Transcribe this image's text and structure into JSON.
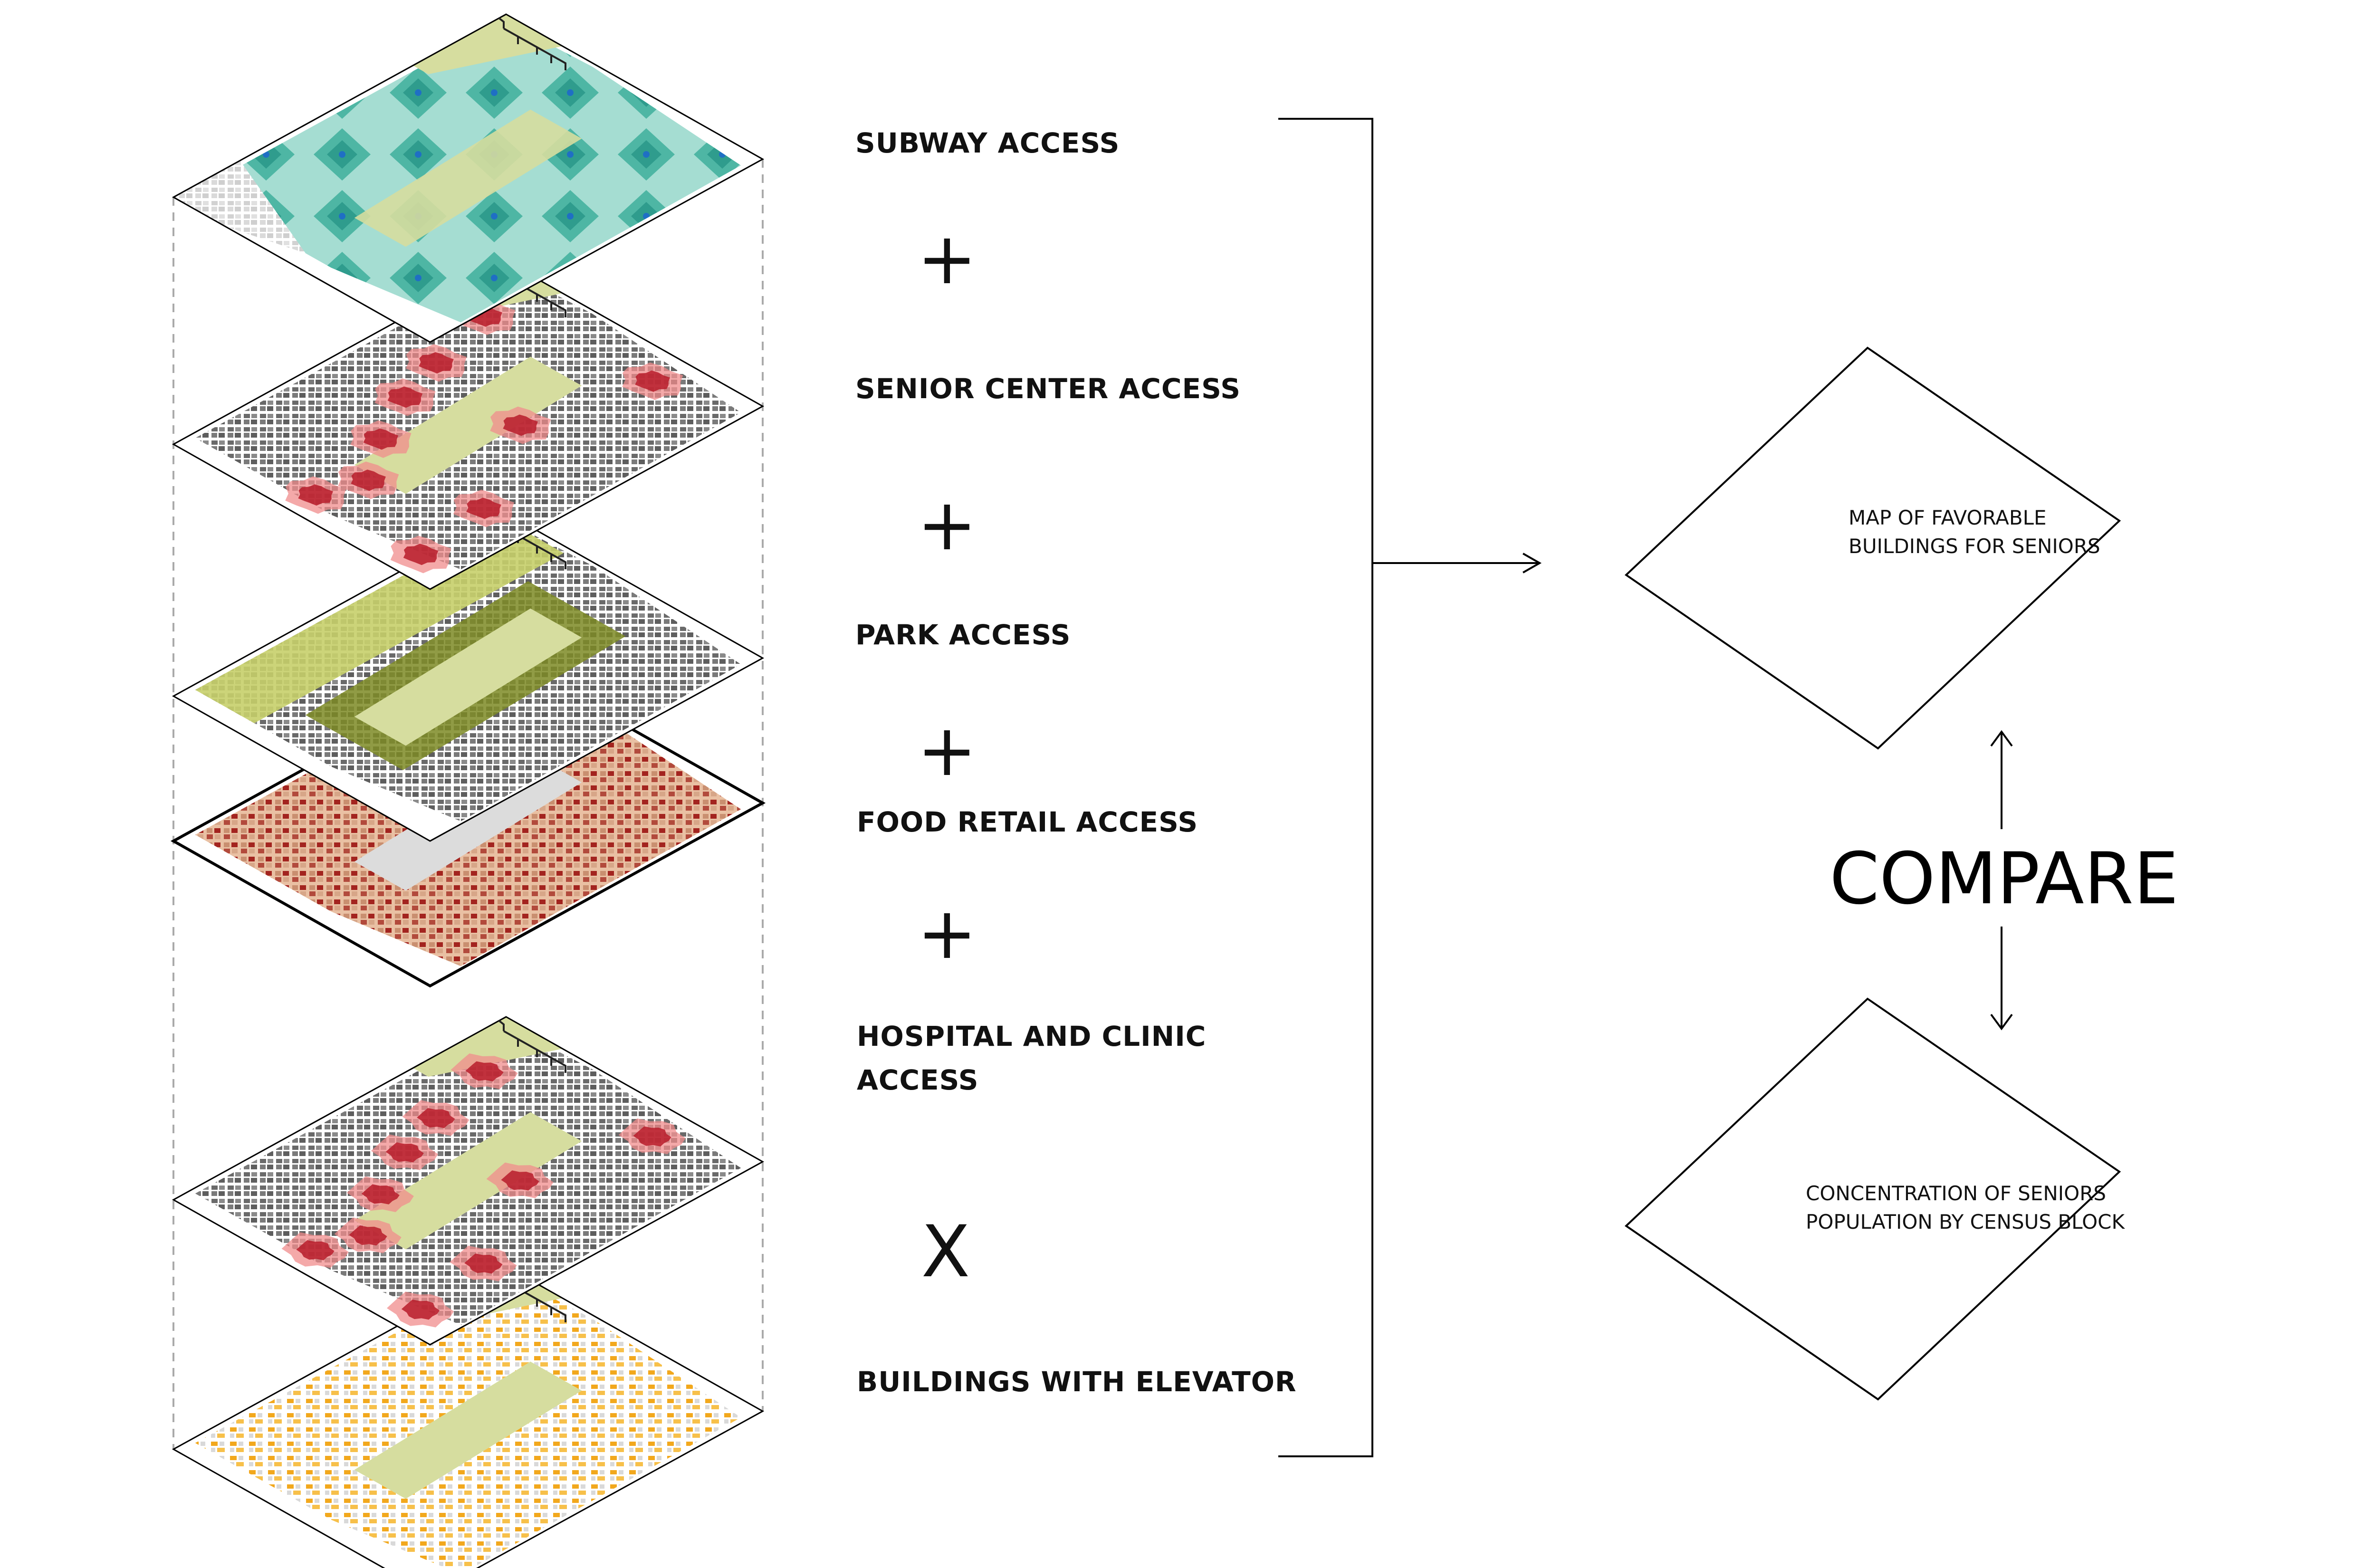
{
  "layers": [
    {
      "label": "SUBWAY ACCESS",
      "theme": "subway-coverage",
      "colors": {
        "base": "#63c3ad",
        "accent": "#1f8ccf",
        "park": "#d6dd9f"
      }
    },
    {
      "label": "SENIOR CENTER ACCESS",
      "theme": "senior-center-heat",
      "colors": {
        "base": "#f08c8c",
        "accent": "#b71c2a",
        "park": "#d6dd9f"
      }
    },
    {
      "label": "PARK ACCESS",
      "theme": "park-buffer",
      "colors": {
        "base": "#c7cf6a",
        "accent": "#7c8a24",
        "park": "#d6dd9f"
      }
    },
    {
      "label": "FOOD RETAIL ACCESS",
      "theme": "food-retail-points",
      "colors": {
        "base": "#e7b898",
        "accent": "#a3241f",
        "park": "#dcdcdc"
      }
    },
    {
      "label": "HOSPITAL AND CLINIC ACCESS",
      "theme": "hospital-heat",
      "colors": {
        "base": "#f08c8c",
        "accent": "#b71c2a",
        "park": "#d6dd9f"
      }
    },
    {
      "label": "BUILDINGS WITH ELEVATOR",
      "theme": "elevator-buildings",
      "colors": {
        "base": "#f2f2f2",
        "accent": "#f2a81d",
        "park": "#d6dd9f"
      }
    }
  ],
  "operators": [
    "+",
    "+",
    "+",
    "+",
    "X"
  ],
  "compare_label": "COMPARE",
  "result_top": {
    "line1": "MAP OF FAVORABLE",
    "line2": "BUILDINGS FOR SENIORS"
  },
  "result_bottom": {
    "line1": "CONCENTRATION OF SENIORS",
    "line2": "POPULATION BY CENSUS BLOCK"
  },
  "colors": {
    "line": "#000000",
    "dash": "#aaaaaa",
    "buildings": "#555555"
  }
}
